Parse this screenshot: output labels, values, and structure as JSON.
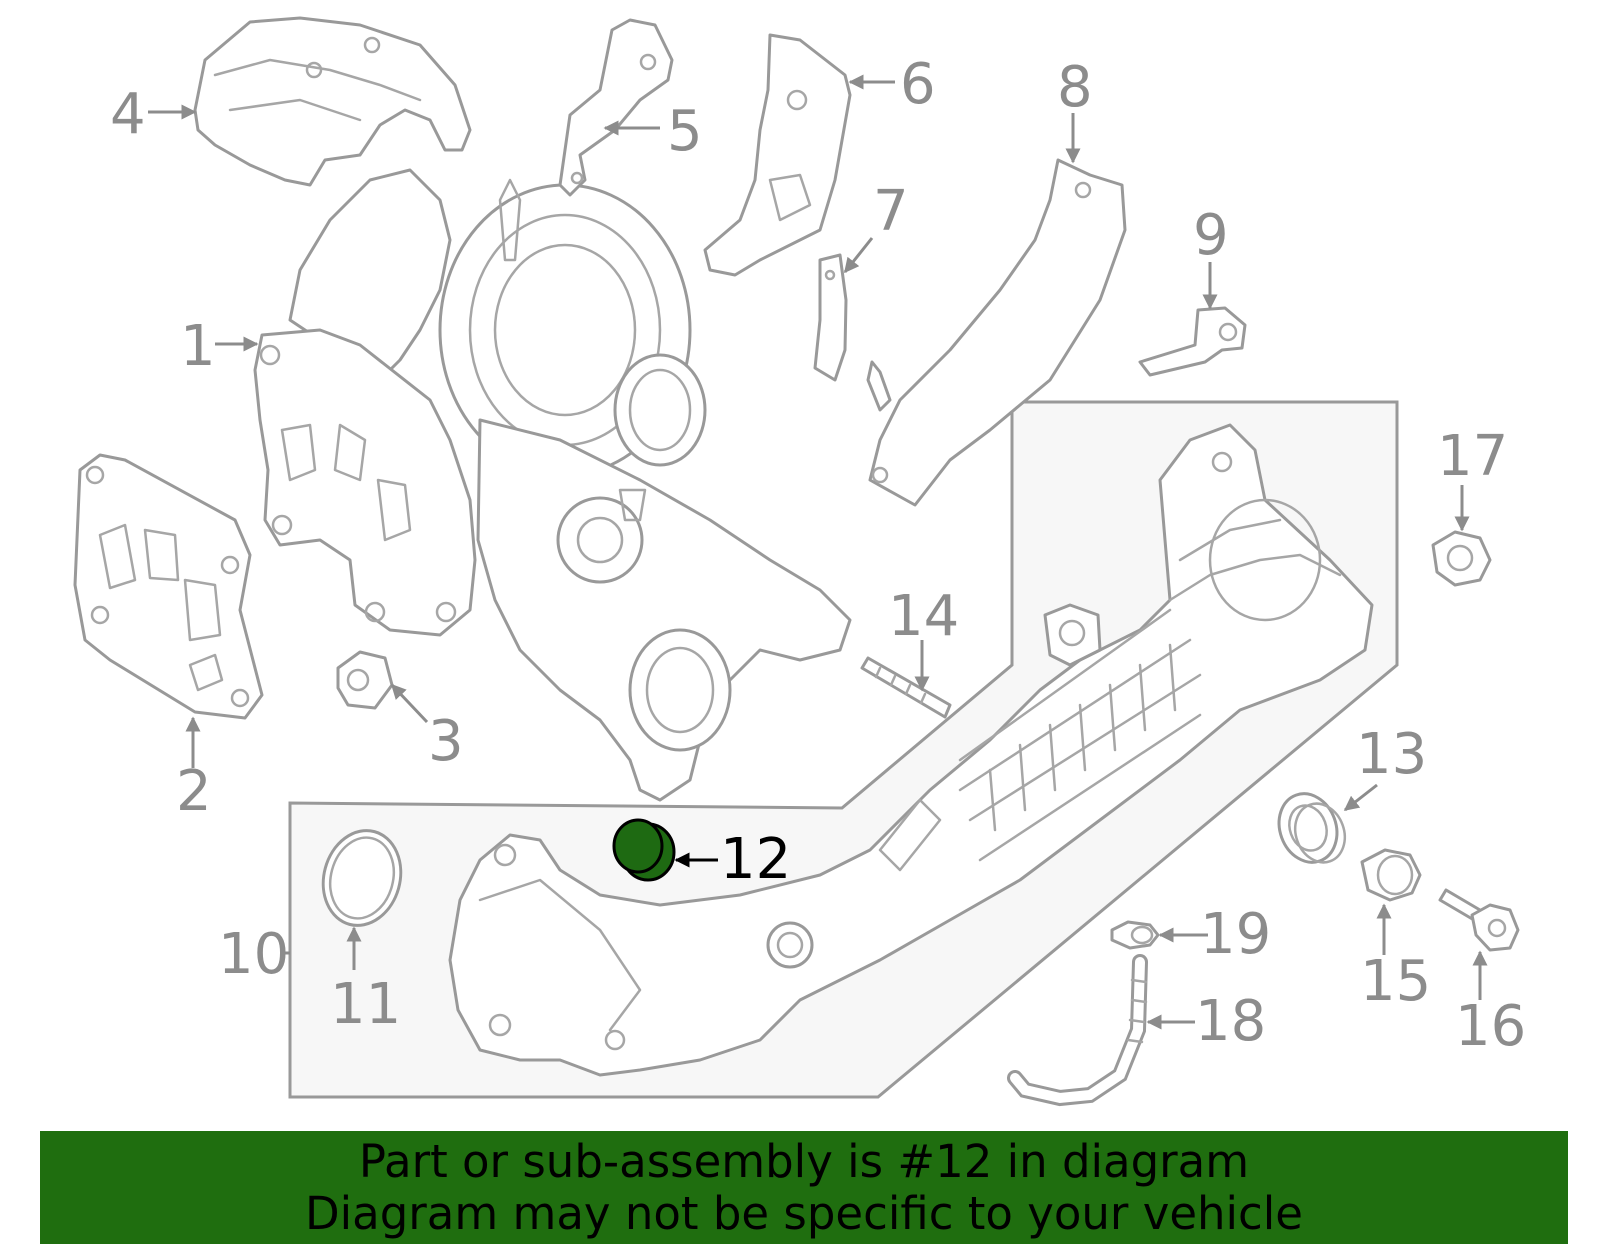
{
  "diagram": {
    "callouts": [
      "1",
      "2",
      "3",
      "4",
      "5",
      "6",
      "7",
      "8",
      "9",
      "10",
      "11",
      "12",
      "13",
      "14",
      "15",
      "16",
      "17",
      "18",
      "19"
    ],
    "highlighted_callout": "12"
  },
  "banner": {
    "line1": "Part or sub-assembly is #12 in diagram",
    "line2": "Diagram may not be specific to your vehicle"
  },
  "colors": {
    "banner_bg": "#1f6e0f",
    "highlight_fill": "#1e6a12",
    "line_art": "#999999",
    "callout_text": "#8c8c8c"
  }
}
